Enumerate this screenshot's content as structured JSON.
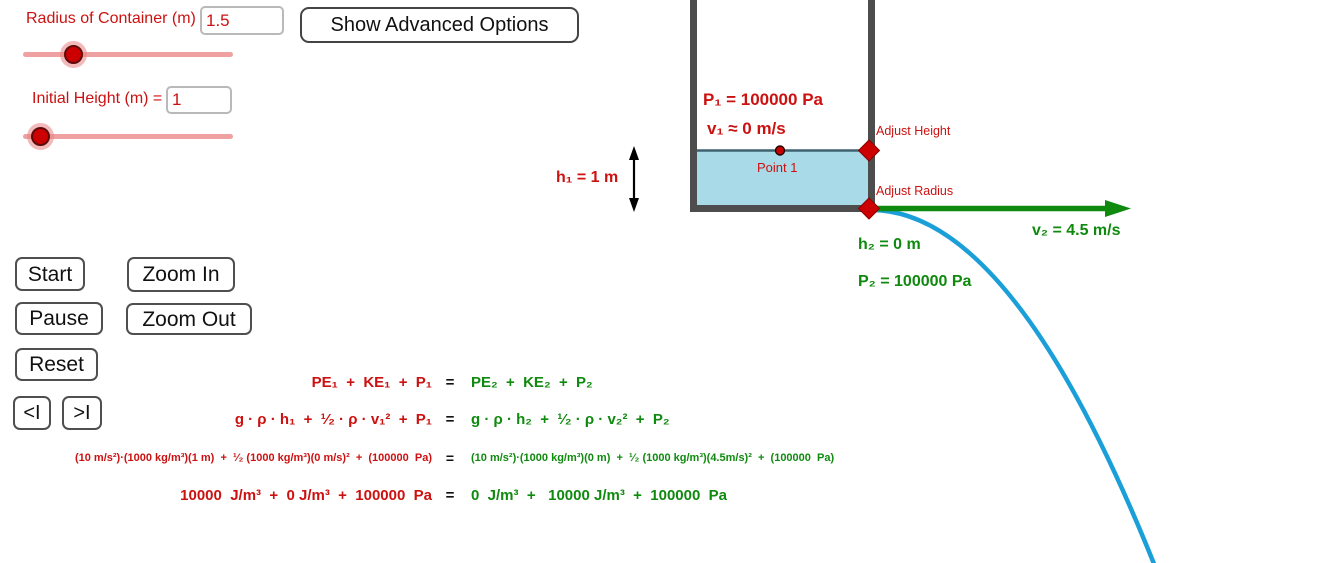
{
  "controls": {
    "radius_label": "Radius of Container (m) =",
    "radius_value": "1.5",
    "height_label": "Initial Height (m) =",
    "height_value": "1",
    "advanced_button": "Show Advanced Options",
    "start": "Start",
    "pause": "Pause",
    "reset": "Reset",
    "step_back": "<I",
    "step_forward": ">I",
    "zoom_in": "Zoom In",
    "zoom_out": "Zoom Out"
  },
  "diagram": {
    "p1": "P₁ = 100000 Pa",
    "v1": "v₁ ≈ 0 m/s",
    "point1": "Point 1",
    "h1": "h₁ = 1 m",
    "adjust_height": "Adjust Height",
    "adjust_radius": "Adjust Radius",
    "h2": "h₂ = 0 m",
    "p2": "P₂ = 100000 Pa",
    "v2": "v₂ = 4.5 m/s"
  },
  "equations": {
    "rows": [
      {
        "left": "PE₁  +  KE₁  +  P₁",
        "eq": "=",
        "right": "PE₂  +  KE₂  +  P₂"
      },
      {
        "left": "g · ρ · h₁  +  ¹⁄₂ · ρ · v₁²  +  P₁",
        "eq": "=",
        "right": "g · ρ · h₂  +  ¹⁄₂ · ρ · v₂²  +  P₂"
      },
      {
        "left": "(10 m/s²)·(1000 kg/m³)(1 m)  +  ¹⁄₂ (1000 kg/m³)(0 m/s)²  +  (100000  Pa)",
        "eq": "=",
        "right": "(10 m/s²)·(1000 kg/m³)(0 m)  +  ¹⁄₂ (1000 kg/m³)(4.5m/s)²  +  (100000  Pa)"
      },
      {
        "left": "10000  J/m³  +  0 J/m³  +  100000  Pa",
        "eq": "=",
        "right": "0  J/m³  +   10000 J/m³  +  100000  Pa"
      }
    ]
  },
  "colors": {
    "red_text": "#cc1111",
    "green_text": "#0f8a0f",
    "container_wall": "#4d4d4d",
    "water_fill": "#a8dae8",
    "water_surface_line": "#3e6270",
    "trajectory_blue": "#1b9fd8",
    "outflow_arrow_green": "#0f8a0f",
    "slider_track": "#efa0a0",
    "slider_handle": "#cc0000",
    "handle_diamond": "#cc0000"
  }
}
